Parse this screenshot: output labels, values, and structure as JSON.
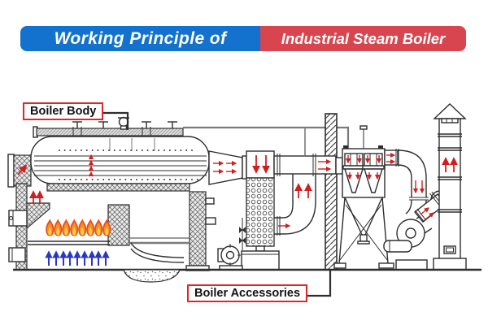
{
  "banner": {
    "left_text": "Working Principle of",
    "right_text": "Industrial Steam Boiler"
  },
  "callouts": {
    "boiler_body": "Boiler Body",
    "boiler_accessories": "Boiler Accessories"
  },
  "colors": {
    "canvas_bg": "#ffffff",
    "banner_blue": "#1272cd",
    "banner_red": "#d8454e",
    "banner_text": "#ffffff",
    "label_border": "#e1252b",
    "line": "#2e2e2e",
    "arrow_red": "#d01f1f",
    "arrow_blue": "#2b36c4",
    "flame_edge": "#e94e22",
    "flame_mid": "#f79321",
    "flame_core": "#ffd24a"
  }
}
